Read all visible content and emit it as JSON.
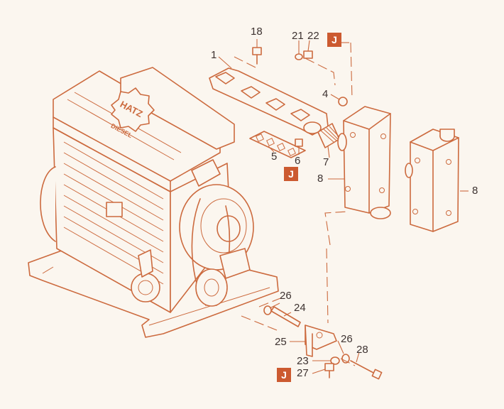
{
  "brand_text": "HATZ",
  "brand_subtext": "DIESEL",
  "accent_color": "#cc6a3e",
  "badge_color": "#cc5a30",
  "callouts": [
    {
      "id": "c18",
      "text": "18"
    },
    {
      "id": "c21",
      "text": "21"
    },
    {
      "id": "c22",
      "text": "22"
    },
    {
      "id": "c1",
      "text": "1"
    },
    {
      "id": "c4",
      "text": "4"
    },
    {
      "id": "c5",
      "text": "5"
    },
    {
      "id": "c6",
      "text": "6"
    },
    {
      "id": "c7",
      "text": "7"
    },
    {
      "id": "c8a",
      "text": "8"
    },
    {
      "id": "c8b",
      "text": "8"
    },
    {
      "id": "c26a",
      "text": "26"
    },
    {
      "id": "c24",
      "text": "24"
    },
    {
      "id": "c25",
      "text": "25"
    },
    {
      "id": "c26b",
      "text": "26"
    },
    {
      "id": "c28",
      "text": "28"
    },
    {
      "id": "c23",
      "text": "23"
    },
    {
      "id": "c27",
      "text": "27"
    }
  ],
  "badges": [
    {
      "id": "b1",
      "text": "J"
    },
    {
      "id": "b2",
      "text": "J"
    },
    {
      "id": "b3",
      "text": "J"
    }
  ]
}
